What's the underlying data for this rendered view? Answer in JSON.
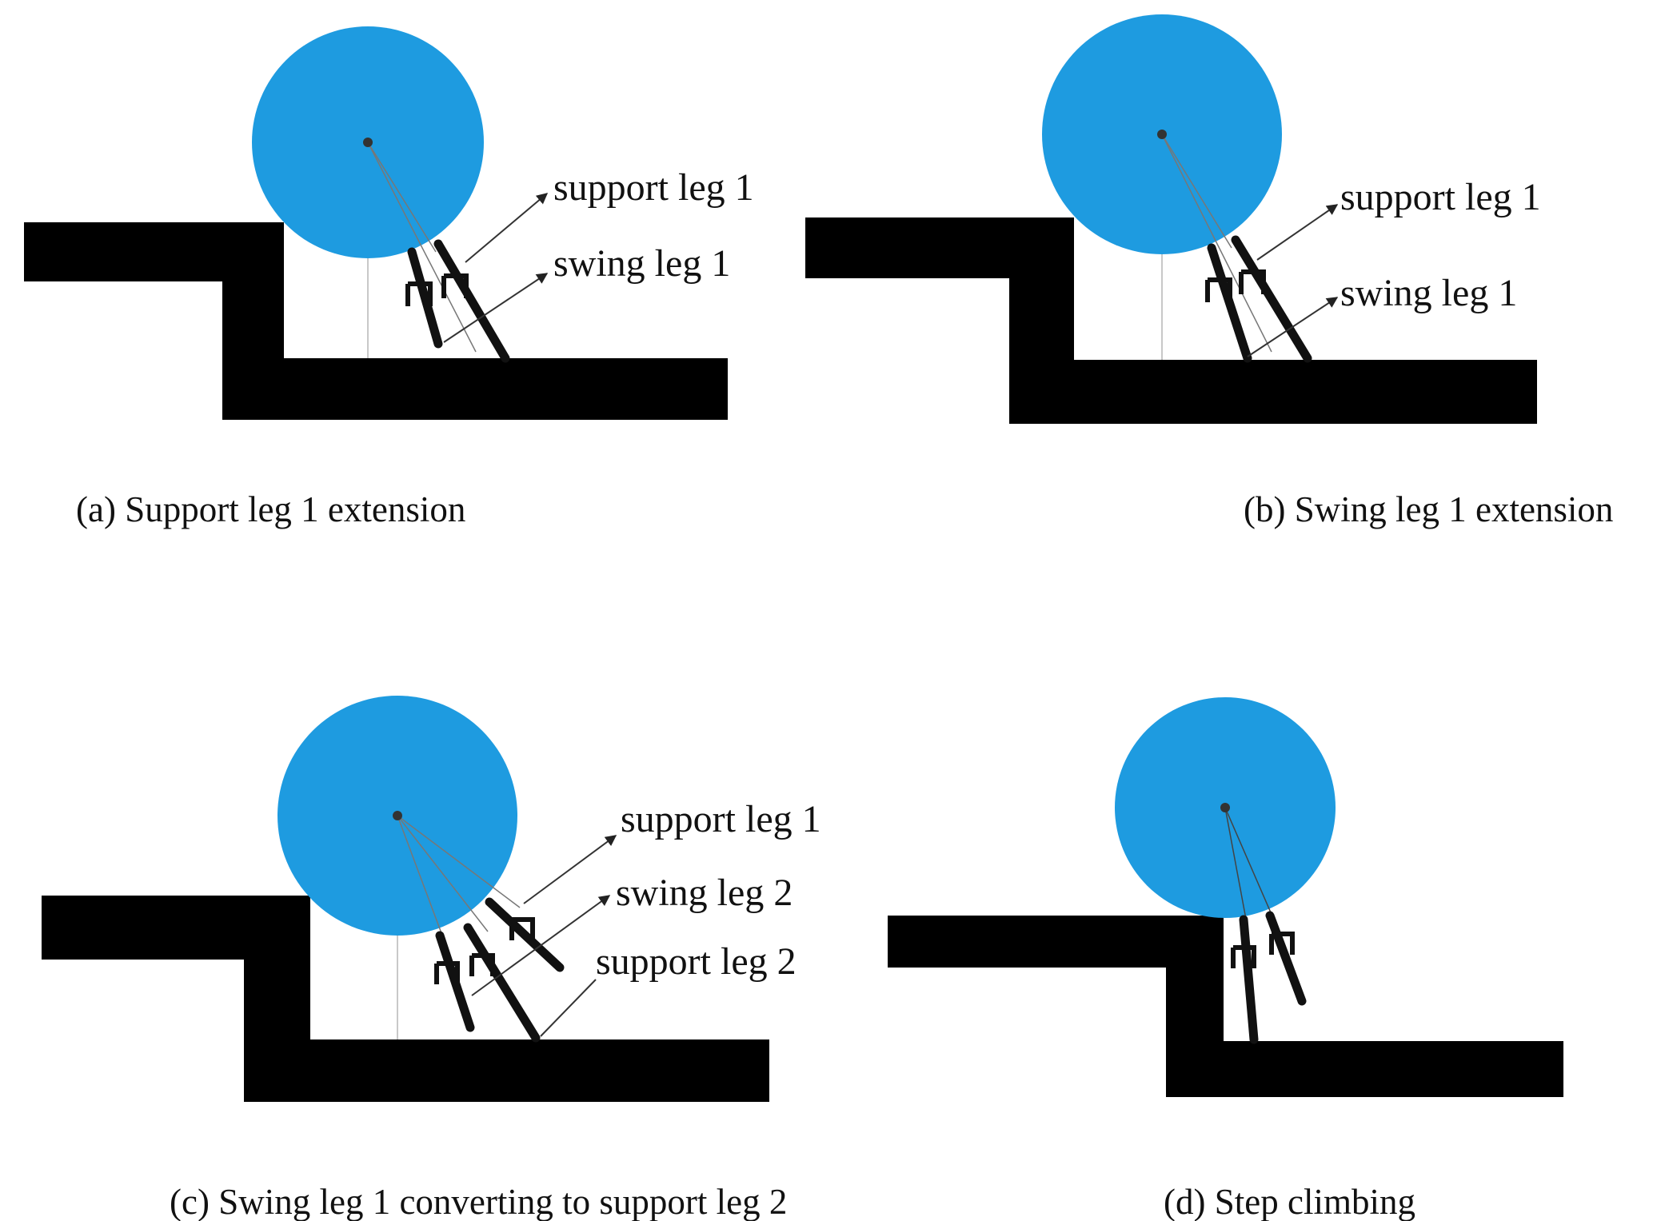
{
  "colors": {
    "wheel": "#1e9be0",
    "step": "#000000",
    "leg": "#111111",
    "pointer": "#333333",
    "construction_line": "#c8c8c8"
  },
  "panels": [
    {
      "id": "a",
      "caption": "(a) Support leg 1 extension",
      "labels": [
        "support leg 1",
        "swing leg 1"
      ]
    },
    {
      "id": "b",
      "caption": "(b) Swing leg 1 extension",
      "labels": [
        "support leg 1",
        "swing leg 1"
      ]
    },
    {
      "id": "c",
      "caption": "(c) Swing leg 1 converting to support leg 2",
      "labels": [
        "support leg 1",
        "swing leg 2",
        "support leg 2"
      ]
    },
    {
      "id": "d",
      "caption": "(d) Step climbing",
      "labels": []
    }
  ]
}
